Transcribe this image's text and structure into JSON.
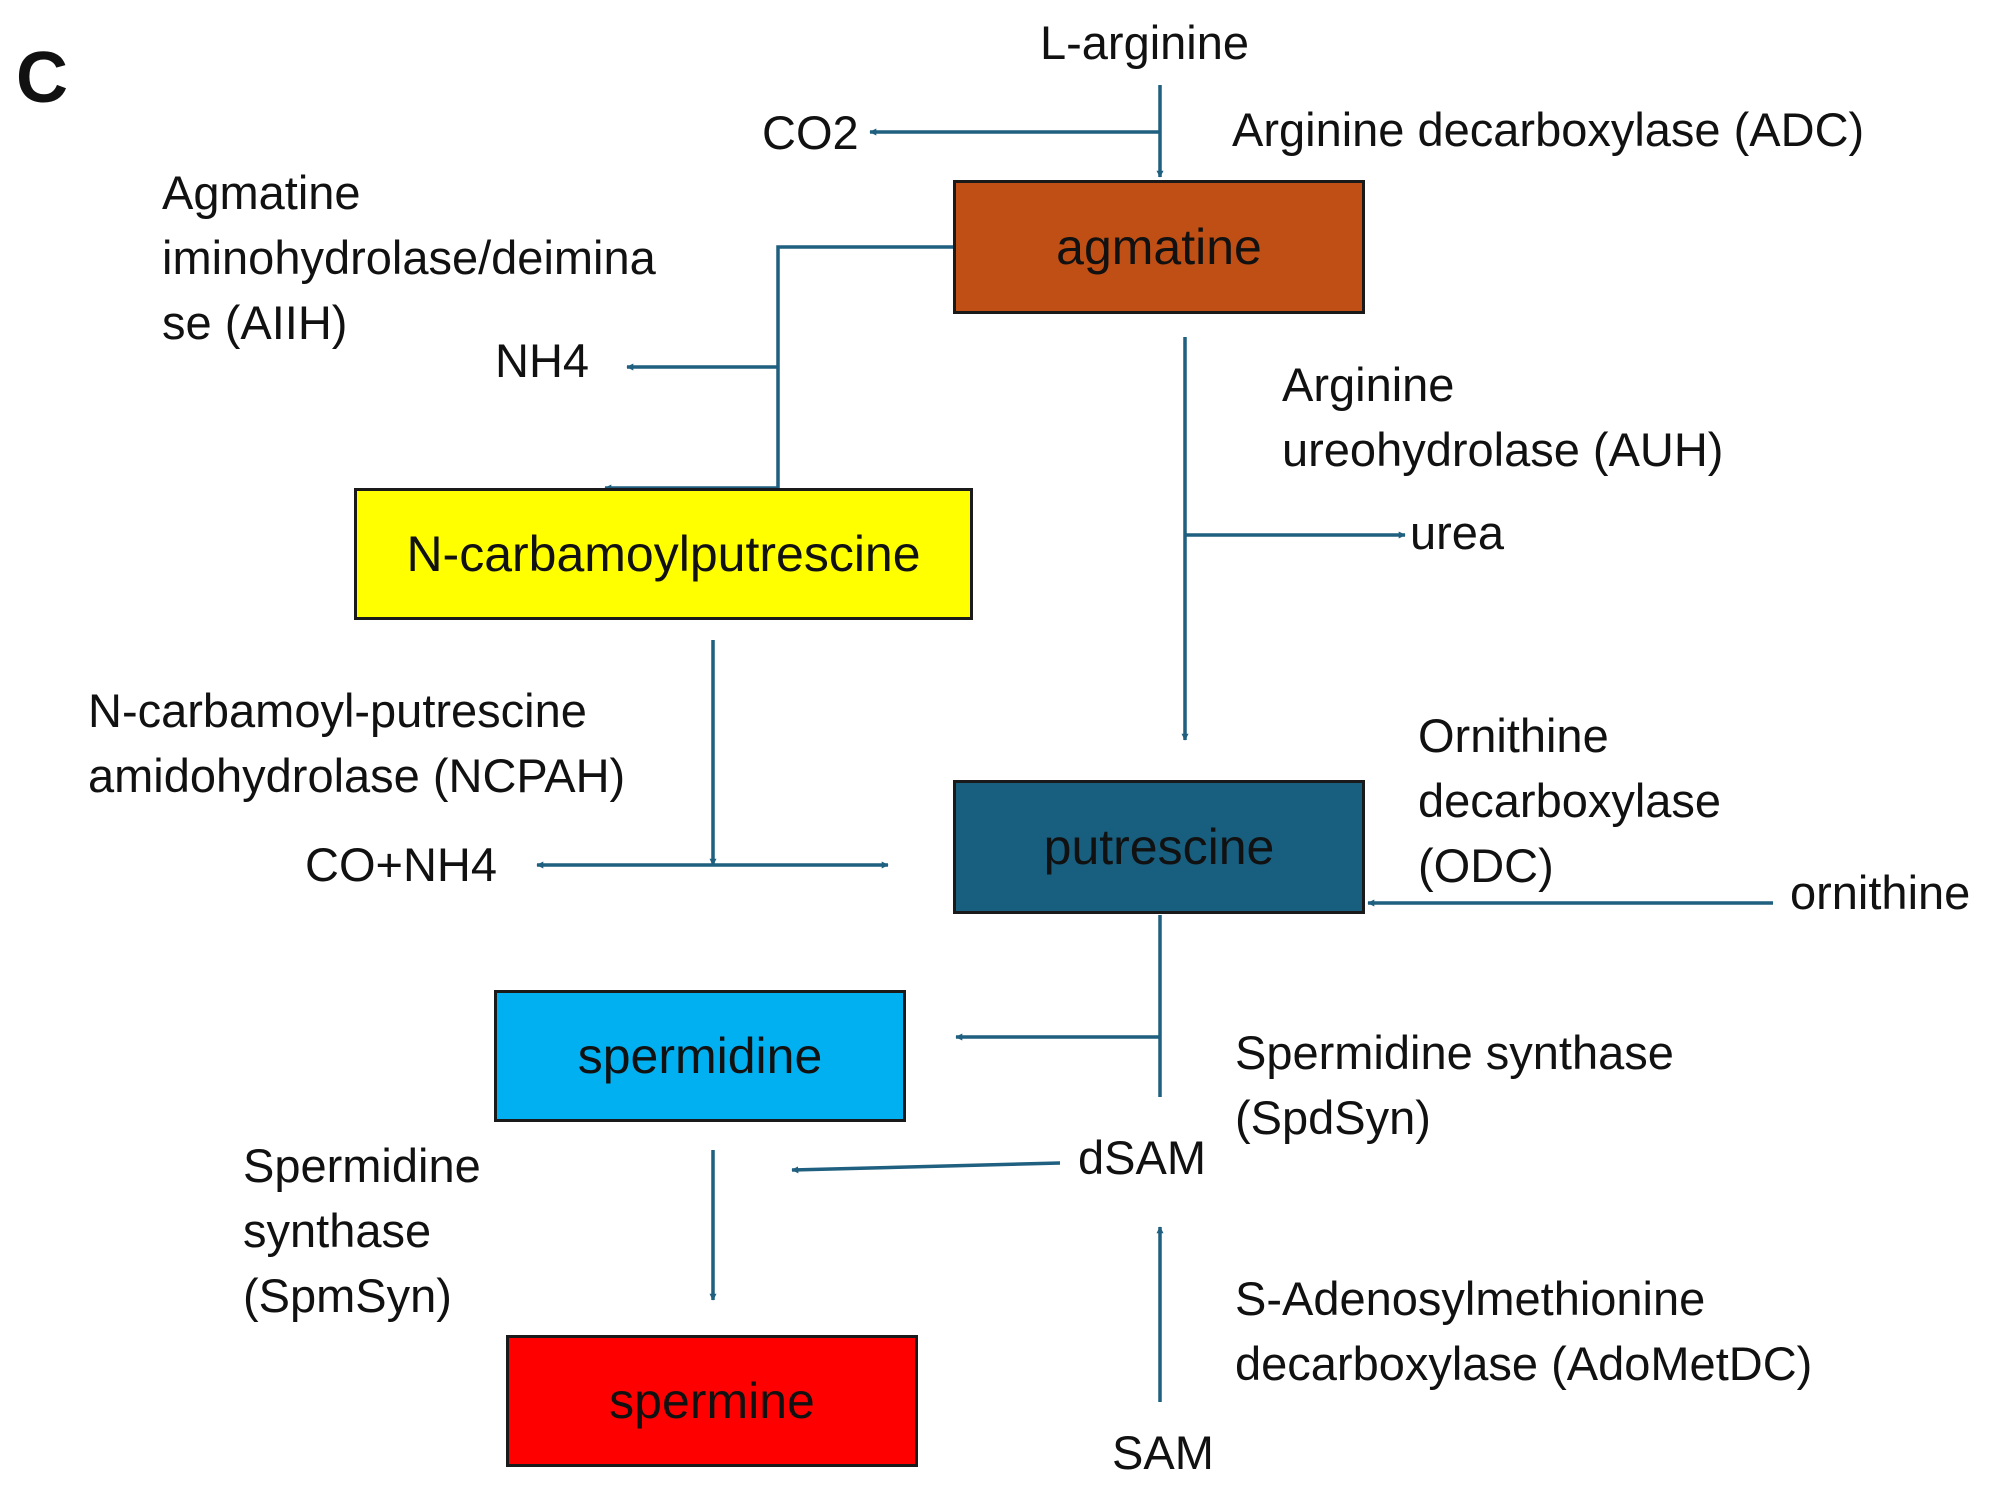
{
  "panel_letter": "C",
  "colors": {
    "arrow": "#1f5f7f",
    "agmatine": "#c04f15",
    "ncarbamoylputrescine": "#ffff00",
    "putrescine": "#175e7f",
    "spermidine": "#00b0f0",
    "spermine": "#ff0000"
  },
  "metabolites": {
    "agmatine": "agmatine",
    "ncarbamoylputrescine": "N-carbamoylputrescine",
    "putrescine": "putrescine",
    "spermidine": "spermidine",
    "spermine": "spermine"
  },
  "side_products": {
    "l_arginine": "L-arginine",
    "co2": "CO2",
    "nh4": "NH4",
    "urea": "urea",
    "co_nh4": "CO+NH4",
    "ornithine": "ornithine",
    "dsam": "dSAM",
    "sam": "SAM"
  },
  "enzymes": {
    "adc": [
      "Arginine decarboxylase (ADC)"
    ],
    "aiih": [
      "Agmatine",
      "iminohydrolase/deimina",
      "se (AIIH)"
    ],
    "auh": [
      "Arginine",
      "ureohydrolase (AUH)"
    ],
    "ncpah": [
      "N-carbamoyl-putrescine",
      "amidohydrolase (NCPAH)"
    ],
    "odc": [
      "Ornithine",
      "decarboxylase",
      "(ODC)"
    ],
    "spdsyn": [
      "Spermidine synthase",
      "(SpdSyn)"
    ],
    "spmsyn": [
      "Spermidine",
      "synthase",
      "(SpmSyn)"
    ],
    "adometdc": [
      "S-Adenosylmethionine",
      "decarboxylase (AdoMetDC)"
    ]
  }
}
